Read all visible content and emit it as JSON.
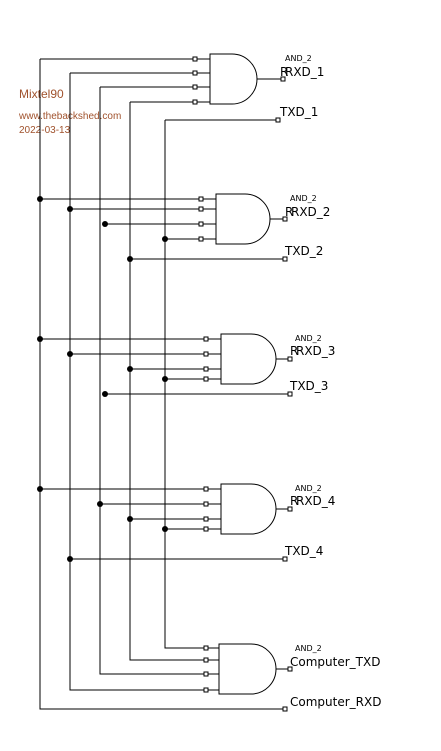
{
  "watermark": {
    "author": "Mixtel90",
    "site": "www.thebackshed.com",
    "date": "2022-03-13",
    "color": "#a0522d"
  },
  "gates": [
    {
      "type": "AND_2",
      "input_label": "R",
      "output_label": "RXD_1"
    },
    {
      "type": "AND_2",
      "input_label": "R",
      "output_label": "RXD_2"
    },
    {
      "type": "AND_2",
      "input_label": "R",
      "output_label": "RXD_3"
    },
    {
      "type": "AND_2",
      "input_label": "R",
      "output_label": "RXD_4"
    },
    {
      "type": "AND_2",
      "input_label": "",
      "output_label": "Computer_TXD"
    }
  ],
  "port_labels": {
    "txd_1": "TXD_1",
    "txd_2": "TXD_2",
    "txd_3": "TXD_3",
    "txd_4": "TXD_4",
    "computer_rxd": "Computer_RXD"
  }
}
